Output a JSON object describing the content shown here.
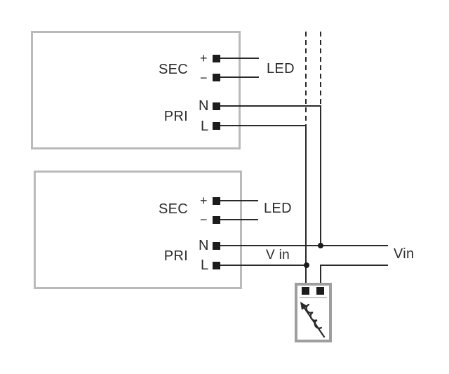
{
  "drivers": [
    {
      "sec": "SEC",
      "plus": "+",
      "minus": "−",
      "led": "LED",
      "pri": "PRI",
      "n": "N",
      "l": "L"
    },
    {
      "sec": "SEC",
      "plus": "+",
      "minus": "−",
      "led": "LED",
      "pri": "PRI",
      "n": "N",
      "l": "L",
      "vin": "V in"
    }
  ],
  "supply": {
    "vin": "Vin"
  },
  "icons": {
    "dimmer": "arrow-through-coil-dimmer-symbol"
  },
  "colors": {
    "driver_box_border": "#bababa",
    "dimmer_box_border": "#9e9e9e",
    "wire": "#2a2a2a",
    "terminal_fill": "#1c1c1c",
    "text": "#2b2b2b"
  }
}
